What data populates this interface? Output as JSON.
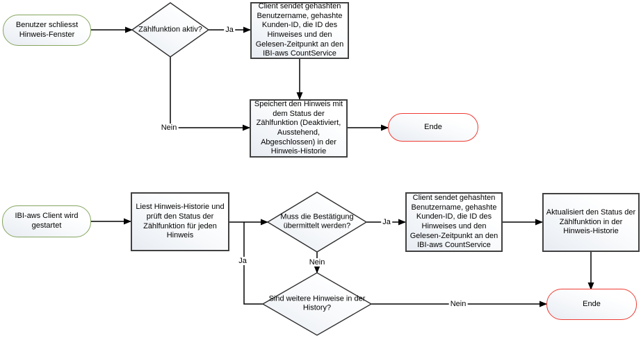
{
  "diagram": {
    "top_flow": {
      "start": "Benutzer schliesst Hinweis-Fenster",
      "decision_count_active": "Zählfunktion aktiv?",
      "process_client_sends": "Client sendet gehashten Benutzername, gehashte Kunden-ID, die ID des Hinweises und den Gelesen-Zeitpunkt an den IBI-aws CountService",
      "process_store_hint": "Speichert den Hinweis mit dem Status der Zählfunktion (Deaktiviert, Ausstehend, Abgeschlossen) in der Hinweis-Historie",
      "end": "Ende",
      "label_yes": "Ja",
      "label_no": "Nein"
    },
    "bottom_flow": {
      "start": "IBI-aws Client wird gestartet",
      "process_read_history": "Liest Hinweis-Historie und prüft den Status der Zählfunktion für jeden Hinweis",
      "decision_confirmation": "Muss die Bestätigung übermittelt werden?",
      "process_client_sends": "Client sendet gehashten Benutzername, gehashte Kunden-ID, die ID des Hinweises und den Gelesen-Zeitpunkt an den IBI-aws CountService",
      "process_update_status": "Aktualisiert den Status der Zählfunktion in der Hinweis-Historie",
      "decision_more_hints": "Sind weitere Hinweise in der History?",
      "end": "Ende",
      "label_yes_confirmation": "Ja",
      "label_no_confirmation": "Nein",
      "label_yes_more": "Ja",
      "label_no_more": "Nein"
    },
    "colors": {
      "start_border": "#85a55e",
      "end_border": "#ef3a33",
      "process_border": "#404040",
      "decision_border": "#2e2e2e",
      "connector": "#000000"
    }
  }
}
